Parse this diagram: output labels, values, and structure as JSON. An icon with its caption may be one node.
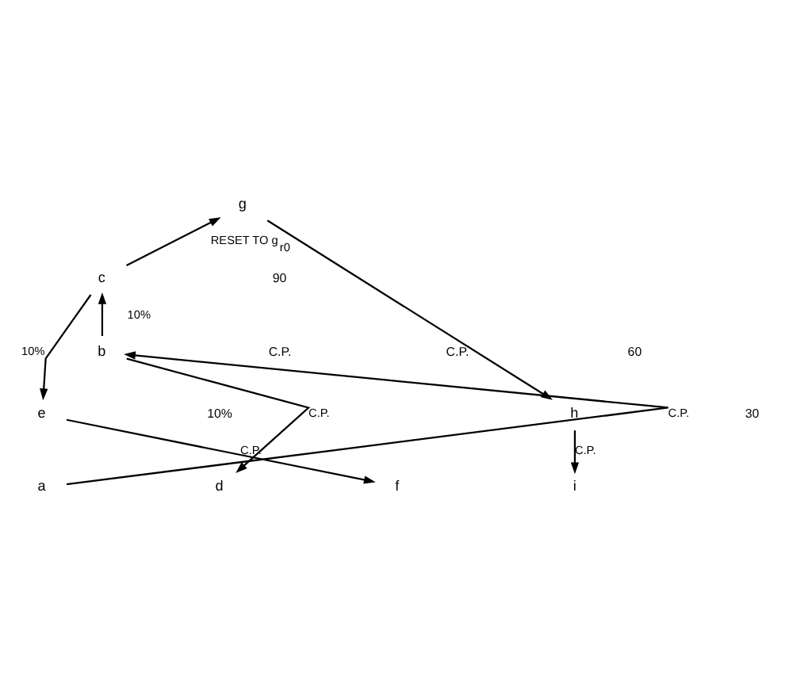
{
  "diagram": {
    "nodes": [
      {
        "text": [
          "g"
        ]
      },
      {
        "text": [
          "c"
        ]
      },
      {
        "text": [
          "b"
        ]
      },
      {
        "text": [
          "e"
        ]
      },
      {
        "text": [
          "h"
        ]
      },
      {
        "text": [
          "a"
        ]
      },
      {
        "text": [
          "d"
        ]
      },
      {
        "text": [
          "f"
        ]
      },
      {
        "text": [
          "i"
        ]
      }
    ],
    "edges": [
      {
        "from": 5,
        "to": 2,
        "arrow": "to",
        "label": "C.P."
      },
      {
        "from": 2,
        "to": 1,
        "arrow": "to",
        "label": "10%"
      },
      {
        "from": 1,
        "to": 0,
        "arrow": "to",
        "label": "RESET TO g$_{r0}$"
      },
      {
        "from": 0,
        "to": 4,
        "arrow": "to"
      },
      {
        "from": 4,
        "to": 8,
        "arrow": "to",
        "label": "C.P."
      },
      {
        "from": 1,
        "to": 3,
        "arrow": "to",
        "label": "10%"
      },
      {
        "from": 3,
        "to": 7,
        "arrow": "to",
        "label": "C.P."
      },
      {
        "from": 2,
        "to": 6,
        "arrow": "to",
        "label": "C.P."
      }
    ],
    "labels": [
      "90",
      "60",
      "C.P.",
      "C.P.",
      "10%",
      "30"
    ]
  }
}
